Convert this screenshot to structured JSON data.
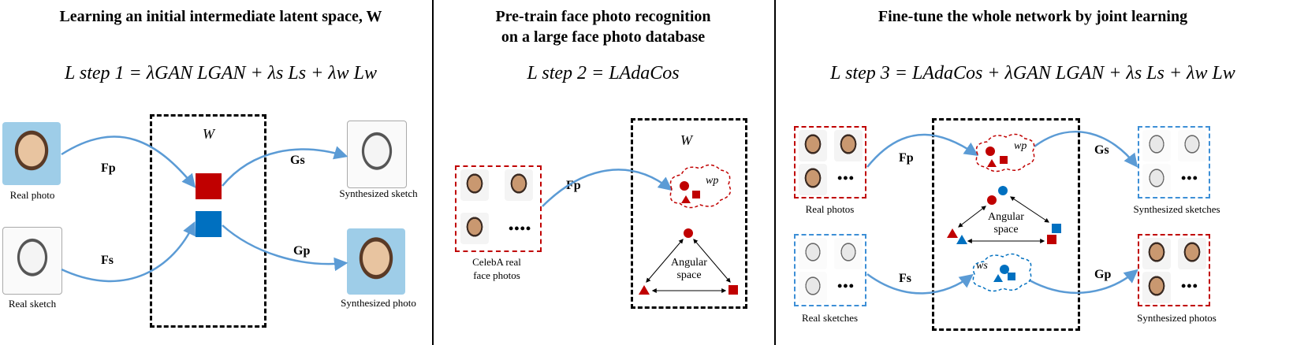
{
  "panel1": {
    "title": "Learning an initial intermediate latent space, W",
    "equation": "L step 1 = λGAN LGAN + λs Ls + λw Lw",
    "latent_label": "W",
    "real_photo": "Real photo",
    "real_sketch": "Real sketch",
    "synth_sketch": "Synthesized sketch",
    "synth_photo": "Synthesized photo",
    "fp": "Fp",
    "fs": "Fs",
    "gs": "Gs",
    "gp": "Gp"
  },
  "panel2": {
    "title_line1": "Pre-train face photo recognition",
    "title_line2": "on a large face photo database",
    "equation": "L step 2 = LAdaCos",
    "latent_label": "W",
    "wp": "wp",
    "celeba_line1": "CelebA real",
    "celeba_line2": "face photos",
    "fp": "Fp",
    "angular_line1": "Angular",
    "angular_line2": "space",
    "dots": "••••"
  },
  "panel3": {
    "title": "Fine-tune the whole network by joint learning",
    "equation": "L step 3 = LAdaCos + λGAN LGAN + λs Ls + λw Lw",
    "real_photos": "Real photos",
    "real_sketches": "Real sketches",
    "synth_sketches": "Synthesized sketches",
    "synth_photos": "Synthesized photos",
    "wp": "wp",
    "ws": "ws",
    "fp": "Fp",
    "fs": "Fs",
    "gs": "Gs",
    "gp": "Gp",
    "angular_line1": "Angular",
    "angular_line2": "space",
    "dots": "•••"
  },
  "colors": {
    "red": "#c00000",
    "blue": "#0070c0",
    "arrow": "#5b9bd5"
  }
}
